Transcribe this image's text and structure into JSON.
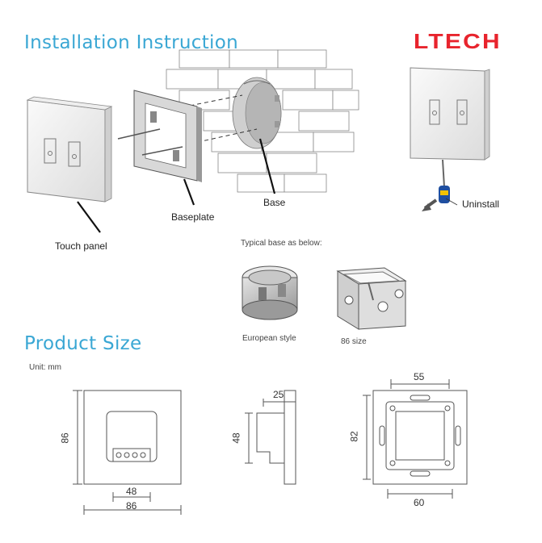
{
  "sections": {
    "installation_title": "Installation Instruction",
    "product_size_title": "Product Size"
  },
  "brand": {
    "logo_text": "LTECH",
    "logo_color": "#e8242d",
    "accent_color": "#3aa7d4"
  },
  "labels": {
    "touch_panel": "Touch panel",
    "baseplate": "Baseplate",
    "base": "Base",
    "uninstall": "Uninstall",
    "typical_base": "Typical base as below:",
    "european_style": "European style",
    "size_86": "86 size",
    "unit": "Unit: mm"
  },
  "dimensions": {
    "front_height": "86",
    "front_inner_width": "48",
    "front_width": "86",
    "side_depth": "25",
    "side_height": "48",
    "plate_top_width": "55",
    "plate_height": "82",
    "plate_bottom_width": "60"
  }
}
